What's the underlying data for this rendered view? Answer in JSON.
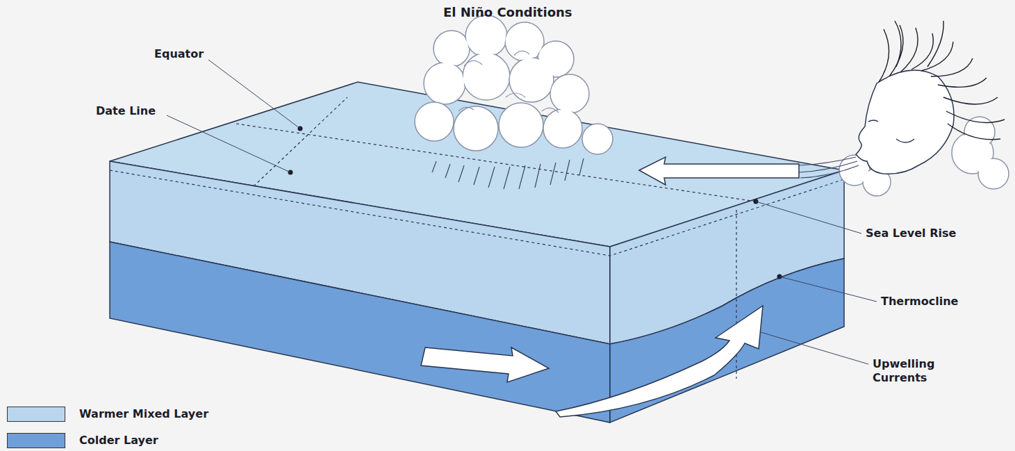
{
  "diagram": {
    "title": "El Niño Conditions",
    "labels": [
      "Equator",
      "Date Line",
      "Sea Level Rise",
      "Thermocline",
      "Upwelling Currents"
    ],
    "legend": [
      {
        "text": "Warmer Mixed Layer",
        "color": "#b9d6ee"
      },
      {
        "text": "Colder Layer",
        "color": "#6e9fd9"
      }
    ]
  }
}
